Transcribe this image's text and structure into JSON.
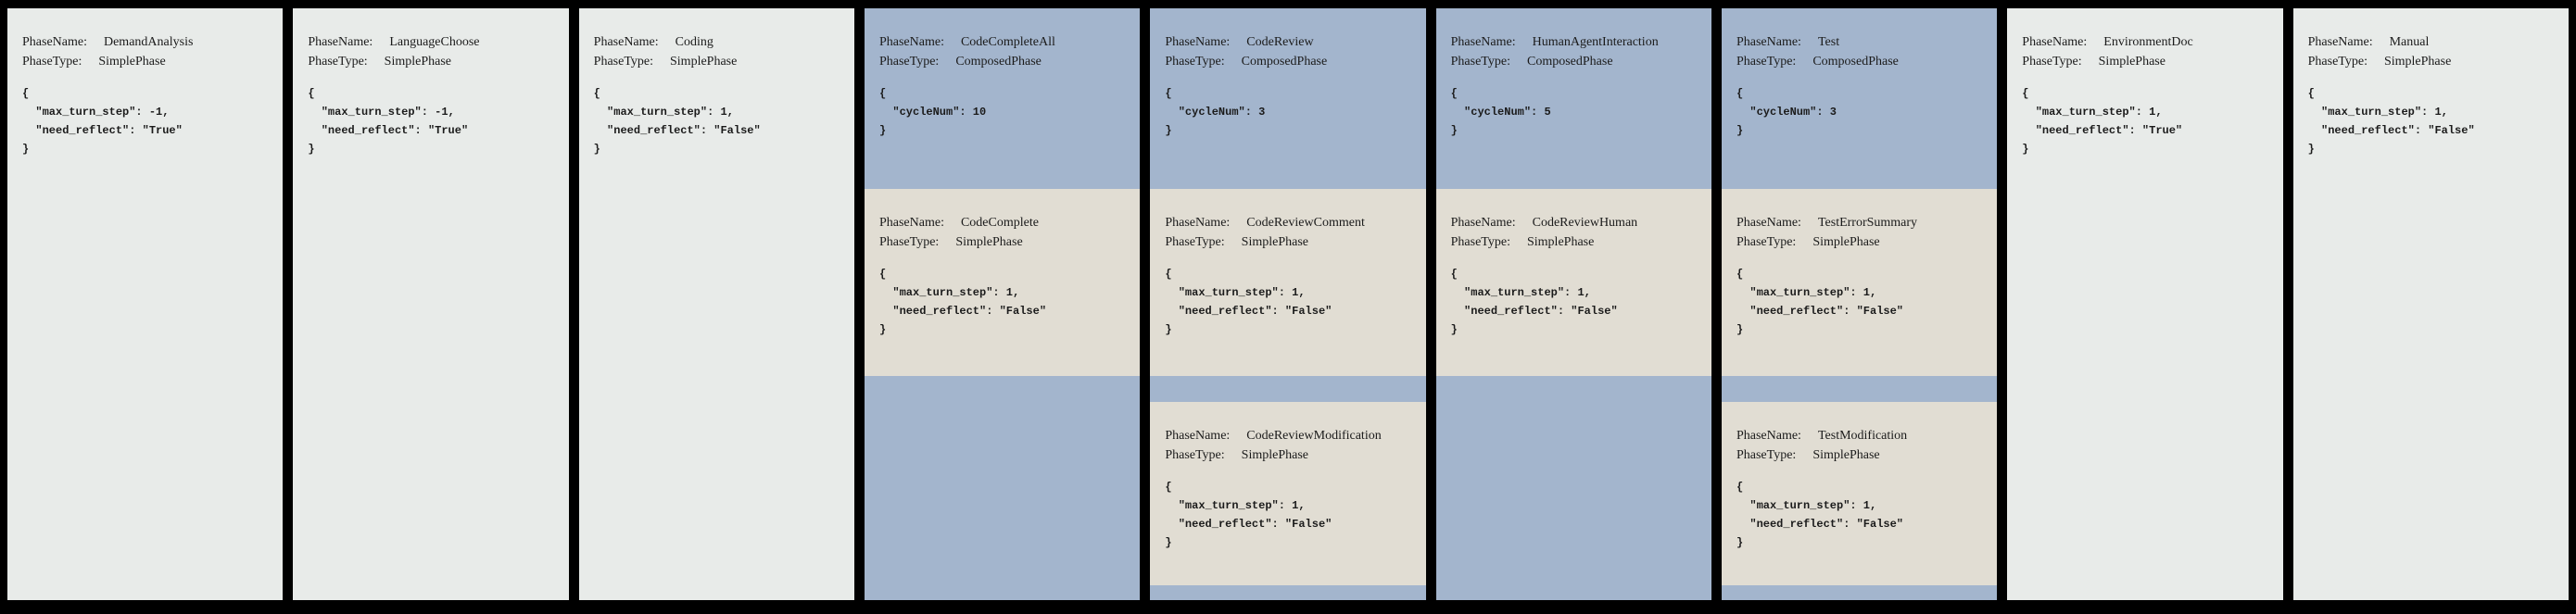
{
  "labels": {
    "phase_name": "PhaseName:",
    "phase_type": "PhaseType:"
  },
  "colors": {
    "background": "#000000",
    "simple_phase_bg": "#e8ebe9",
    "composed_phase_bg": "#a3b5cd",
    "subphase_bg": "#e1ddd3",
    "text": "#1b1b1b"
  },
  "columns": [
    {
      "kind": "simple",
      "blocks": [
        {
          "name": "DemandAnalysis",
          "type": "SimplePhase",
          "config": "{\n  \"max_turn_step\": -1,\n  \"need_reflect\": \"True\"\n}"
        }
      ]
    },
    {
      "kind": "simple",
      "blocks": [
        {
          "name": "LanguageChoose",
          "type": "SimplePhase",
          "config": "{\n  \"max_turn_step\": -1,\n  \"need_reflect\": \"True\"\n}"
        }
      ]
    },
    {
      "kind": "simple",
      "blocks": [
        {
          "name": "Coding",
          "type": "SimplePhase",
          "config": "{\n  \"max_turn_step\": 1,\n  \"need_reflect\": \"False\"\n}"
        }
      ]
    },
    {
      "kind": "composed",
      "blocks": [
        {
          "name": "CodeCompleteAll",
          "type": "ComposedPhase",
          "config": "{\n  \"cycleNum\": 10\n}"
        },
        {
          "name": "CodeComplete",
          "type": "SimplePhase",
          "config": "{\n  \"max_turn_step\": 1,\n  \"need_reflect\": \"False\"\n}"
        }
      ]
    },
    {
      "kind": "composed",
      "blocks": [
        {
          "name": "CodeReview",
          "type": "ComposedPhase",
          "config": "{\n  \"cycleNum\": 3\n}"
        },
        {
          "name": "CodeReviewComment",
          "type": "SimplePhase",
          "config": "{\n  \"max_turn_step\": 1,\n  \"need_reflect\": \"False\"\n}"
        },
        {
          "name": "CodeReviewModification",
          "type": "SimplePhase",
          "config": "{\n  \"max_turn_step\": 1,\n  \"need_reflect\": \"False\"\n}"
        }
      ]
    },
    {
      "kind": "composed",
      "blocks": [
        {
          "name": "HumanAgentInteraction",
          "type": "ComposedPhase",
          "config": "{\n  \"cycleNum\": 5\n}"
        },
        {
          "name": "CodeReviewHuman",
          "type": "SimplePhase",
          "config": "{\n  \"max_turn_step\": 1,\n  \"need_reflect\": \"False\"\n}"
        }
      ]
    },
    {
      "kind": "composed",
      "blocks": [
        {
          "name": "Test",
          "type": "ComposedPhase",
          "config": "{\n  \"cycleNum\": 3\n}"
        },
        {
          "name": "TestErrorSummary",
          "type": "SimplePhase",
          "config": "{\n  \"max_turn_step\": 1,\n  \"need_reflect\": \"False\"\n}"
        },
        {
          "name": "TestModification",
          "type": "SimplePhase",
          "config": "{\n  \"max_turn_step\": 1,\n  \"need_reflect\": \"False\"\n}"
        }
      ]
    },
    {
      "kind": "simple",
      "blocks": [
        {
          "name": "EnvironmentDoc",
          "type": "SimplePhase",
          "config": "{\n  \"max_turn_step\": 1,\n  \"need_reflect\": \"True\"\n}"
        }
      ]
    },
    {
      "kind": "simple",
      "blocks": [
        {
          "name": "Manual",
          "type": "SimplePhase",
          "config": "{\n  \"max_turn_step\": 1,\n  \"need_reflect\": \"False\"\n}"
        }
      ]
    }
  ]
}
